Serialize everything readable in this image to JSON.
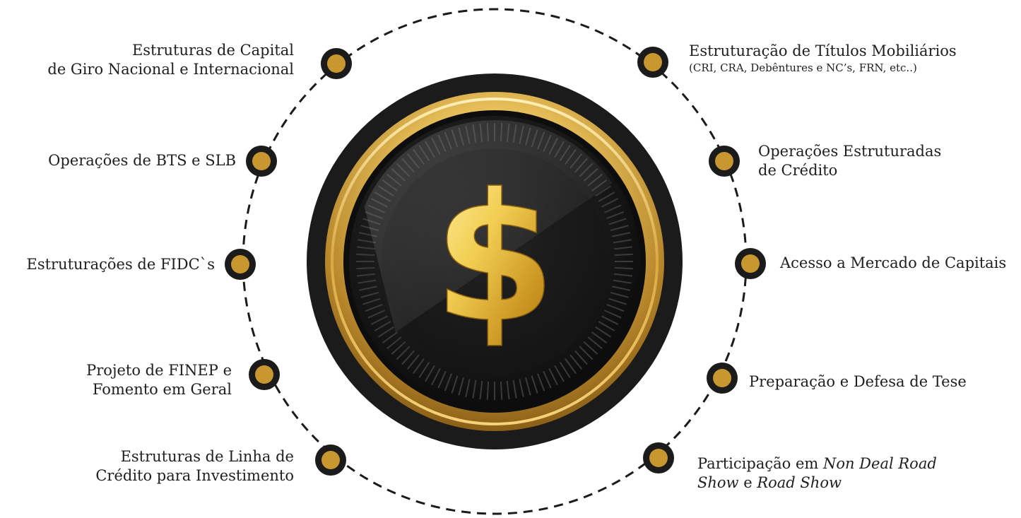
{
  "colors": {
    "gold": "#c9962e",
    "node_fill": "#c9972f",
    "node_ring": "#1b1b1b",
    "dash": "#1b1b1b",
    "coin_dark": "#1e1e1e",
    "text": "#1f1f1f"
  },
  "center": {
    "symbol": "$",
    "icon": "dollar-coin-icon"
  },
  "items": [
    {
      "id": "capital-giro",
      "side": "left",
      "lines": [
        "Estruturas de Capital",
        "de Giro Nacional e Internacional"
      ]
    },
    {
      "id": "bts-slb",
      "side": "left",
      "lines": [
        "Operações de BTS e SLB"
      ]
    },
    {
      "id": "fidc",
      "side": "left",
      "lines": [
        "Estruturações de FIDC`s"
      ]
    },
    {
      "id": "finep",
      "side": "left",
      "lines": [
        "Projeto de FINEP e",
        "Fomento em Geral"
      ]
    },
    {
      "id": "linha-credito",
      "side": "left",
      "lines": [
        "Estruturas de Linha de",
        "Crédito para Investimento"
      ]
    },
    {
      "id": "titulos",
      "side": "right",
      "lines": [
        "Estruturação de Títulos Mobiliários"
      ],
      "sub": "(CRI, CRA, Debêntures e NC’s, FRN, etc..)"
    },
    {
      "id": "estruturadas",
      "side": "right",
      "lines": [
        "Operações Estruturadas",
        "de Crédito"
      ]
    },
    {
      "id": "mercado",
      "side": "right",
      "lines": [
        "Acesso a Mercado de Capitais"
      ]
    },
    {
      "id": "tese",
      "side": "right",
      "lines": [
        "Preparação e Defesa de Tese"
      ]
    },
    {
      "id": "roadshow",
      "side": "right",
      "rich_lines": [
        [
          {
            "text": "Participação em ",
            "italic": false
          },
          {
            "text": "Non Deal Road",
            "italic": true
          }
        ],
        [
          {
            "text": "Show",
            "italic": true
          },
          {
            "text": " e ",
            "italic": false
          },
          {
            "text": "Road Show",
            "italic": true
          }
        ]
      ]
    }
  ]
}
